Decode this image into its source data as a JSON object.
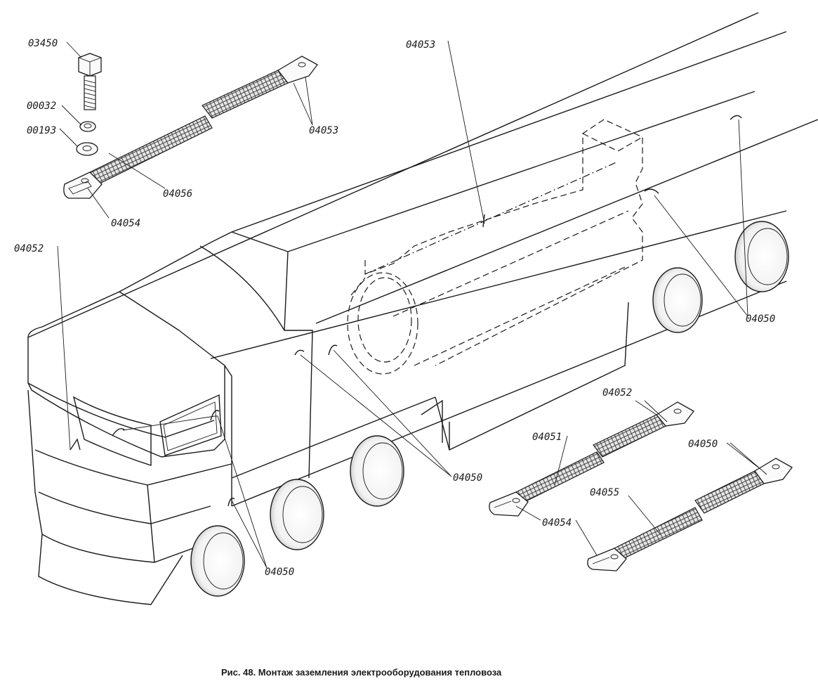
{
  "labels": {
    "bolt": "03450",
    "lock_washer": "00032",
    "flat_washer": "00193",
    "strap_main": "04056",
    "strap_lug": "04054",
    "strap_pair": "04053",
    "lead_top": "04053",
    "lead_left": "04052",
    "clip_right": "04050",
    "clip_mid": "04050",
    "clip_front": "04050",
    "kit_04052": "04052",
    "kit_04051": "04051",
    "kit_04050": "04050",
    "kit_04055": "04055",
    "kit_04054": "04054"
  },
  "caption": "Рис. 48. Монтаж заземления электрооборудования тепловоза"
}
